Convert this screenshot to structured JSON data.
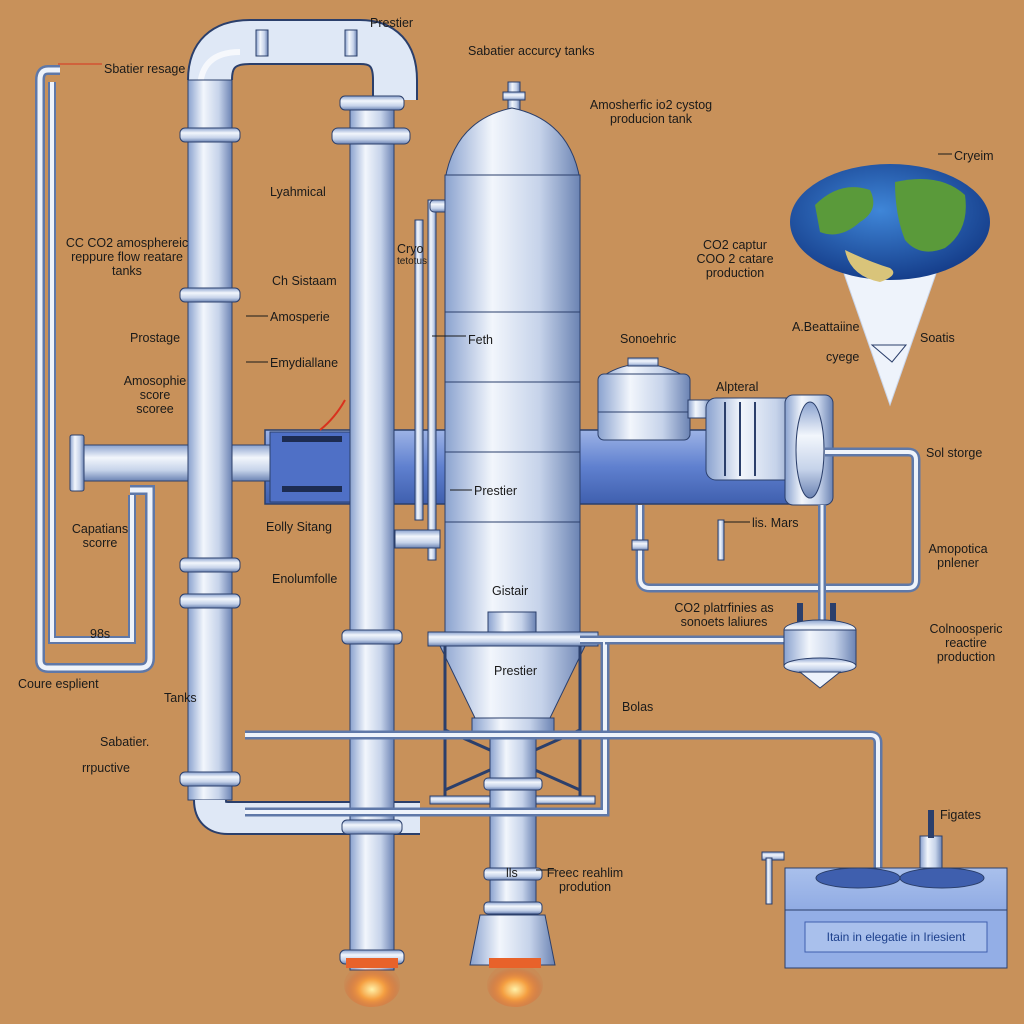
{
  "colors": {
    "background": "#c8915a",
    "pipe_light": "#eef3fb",
    "pipe_mid": "#b9c9e6",
    "pipe_dark": "#5f78a8",
    "duct_blue": "#6f8fd8",
    "outline": "#2b3f6b",
    "flame": "#e8622a",
    "earth_ocean": "#1f5fb8",
    "earth_land": "#5a9a3a"
  },
  "labels": {
    "prestier_top": "Prestier",
    "sabatier_accuracy": "Sabatier accurcy tanks",
    "sabatier_resage": "Sbatier resage",
    "atmospheric_tank": "Amosherfic io2 cystog\nproducion tank",
    "cryeim": "Cryeim",
    "lyahmical": "Lyahmical",
    "cc_co2": "CC CO2 amosphereic\nreppure flow reatare\ntanks",
    "cryo": "Cryo",
    "cryo_sub": "tetotus",
    "co2_captur": "CO2 captur\nCOO 2 catare\nproduction",
    "ch_sistaam": "Ch Sistaam",
    "amospherie": "Amosperie",
    "prostage": "Prostage",
    "feth": "Feth",
    "sonoehric": "Sonoehric",
    "a_beattaiine": "A.Beattaiine",
    "soatis": "Soatis",
    "cyege": "cyege",
    "emydiallane": "Emydiallane",
    "atmosphie_score": "Amosophie\nscore\nscoree",
    "alpteral": "Alpteral",
    "sol_storge": "Sol storge",
    "prestier_mid": "Prestier",
    "capatians": "Capatians\nscorre",
    "eolly_sitang": "Eolly Sitang",
    "lis_mars": "lis. Mars",
    "amopotica": "Amopotica\npnlener",
    "enolumfolle": "Enolumfolle",
    "gisatair": "Gistair",
    "co2_platinics": "CO2 platrfinies as\nsonoets laliures",
    "colnoosperic": "Colnoosperic\nreactire\nproduction",
    "pct_98": "98s",
    "coure_esplient": "Coure esplient",
    "prestier_cone": "Prestier",
    "tanks": "Tanks",
    "bolas": "Bolas",
    "sabatier_lower": "Sabatier.",
    "rrpuctive": "rrpuctive",
    "figates": "Figates",
    "lls": "lls",
    "freec": "Freec reahlim\nprodution",
    "basin_plate": "Itain in elegatie in Iriesient"
  }
}
